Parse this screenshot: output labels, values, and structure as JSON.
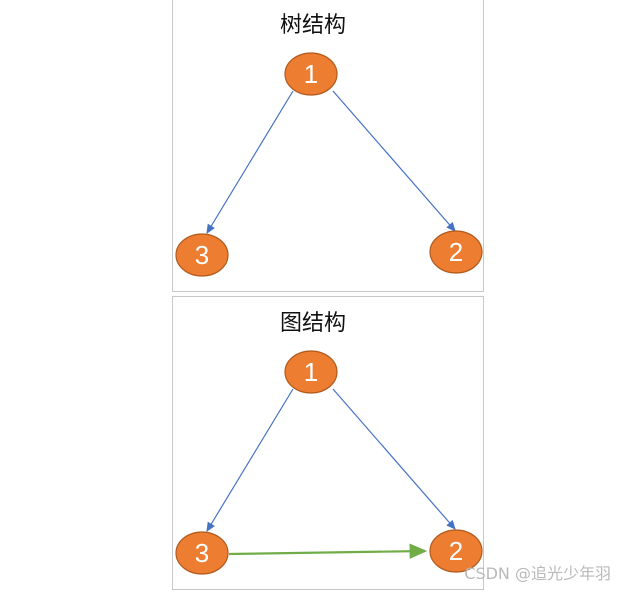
{
  "tree": {
    "title": "树结构",
    "nodes": [
      {
        "id": "1",
        "label": "1"
      },
      {
        "id": "2",
        "label": "2"
      },
      {
        "id": "3",
        "label": "3"
      }
    ]
  },
  "graph": {
    "title": "图结构",
    "nodes": [
      {
        "id": "1",
        "label": "1"
      },
      {
        "id": "2",
        "label": "2"
      },
      {
        "id": "3",
        "label": "3"
      }
    ]
  },
  "colors": {
    "node_fill": "#ed7d31",
    "node_stroke": "#b15a1e",
    "tree_edge": "#4472c4",
    "graph_extra_edge": "#70ad47"
  },
  "watermark": "CSDN @追光少年羽"
}
